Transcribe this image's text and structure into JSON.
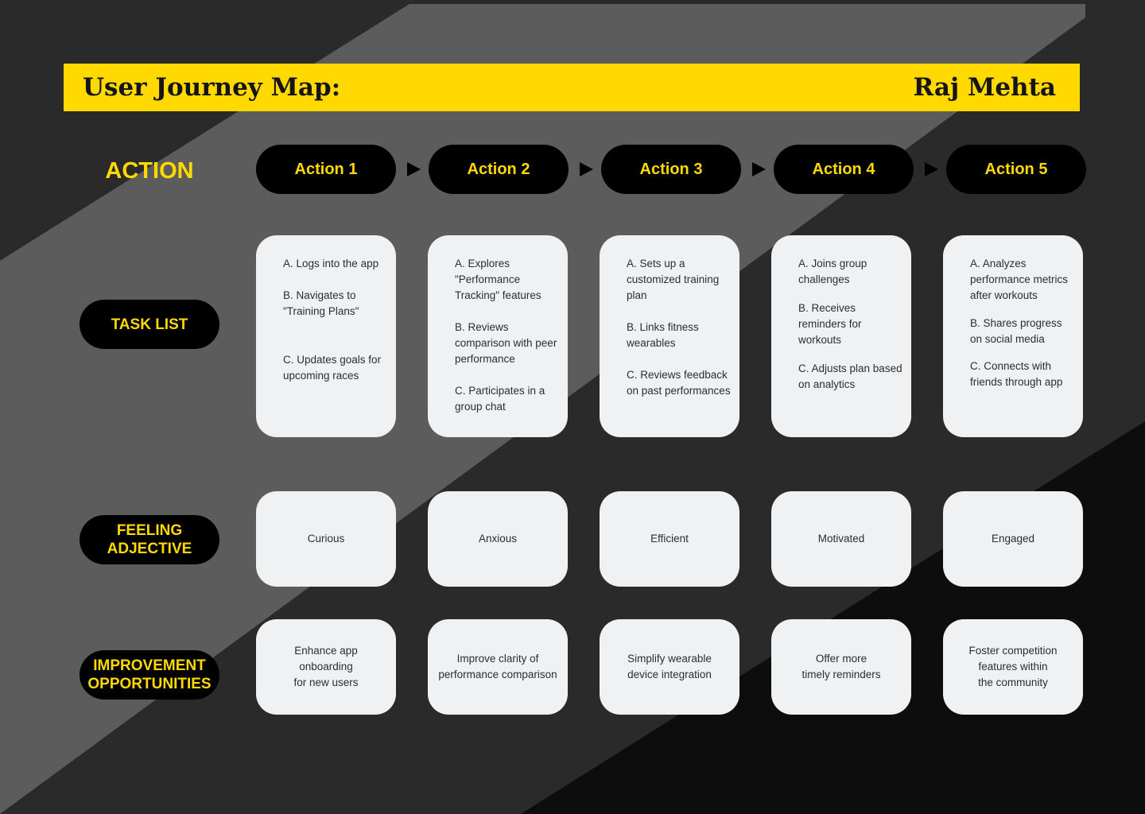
{
  "header": {
    "title": "User Journey Map:",
    "persona": "Raj Mehta"
  },
  "rows": {
    "action": "ACTION",
    "task_list": "TASK LIST",
    "feeling": "FEELING\nADJECTIVE",
    "improvement": "IMPROVEMENT\nOPPORTUNITIES"
  },
  "actions": [
    {
      "label": "Action 1",
      "tasks": [
        "A. Logs into the app",
        "B. Navigates to \"Training Plans\"",
        "C. Updates goals for upcoming races"
      ],
      "feeling": "Curious",
      "improvement": "Enhance app\nonboarding\nfor new users"
    },
    {
      "label": "Action 2",
      "tasks": [
        "A. Explores \"Performance Tracking\" features",
        "B. Reviews comparison with peer performance",
        "C. Participates in a group chat"
      ],
      "feeling": "Anxious",
      "improvement": "Improve clarity of\nperformance comparison"
    },
    {
      "label": "Action 3",
      "tasks": [
        "A. Sets up a customized training plan",
        "B. Links fitness wearables",
        "C. Reviews feedback on past performances"
      ],
      "feeling": "Efficient",
      "improvement": "Simplify wearable\ndevice integration"
    },
    {
      "label": "Action 4",
      "tasks": [
        "A. Joins group challenges",
        "B. Receives reminders for workouts",
        "C. Adjusts plan based on analytics"
      ],
      "feeling": "Motivated",
      "improvement": "Offer more\ntimely reminders"
    },
    {
      "label": "Action 5",
      "tasks": [
        "A. Analyzes performance metrics after workouts",
        "B. Shares progress on social media",
        "C. Connects with friends through app"
      ],
      "feeling": "Engaged",
      "improvement": "Foster competition\nfeatures within\nthe community"
    }
  ],
  "colors": {
    "accent": "#FFD900",
    "card": "#F0F1F3",
    "pill": "#000000"
  }
}
